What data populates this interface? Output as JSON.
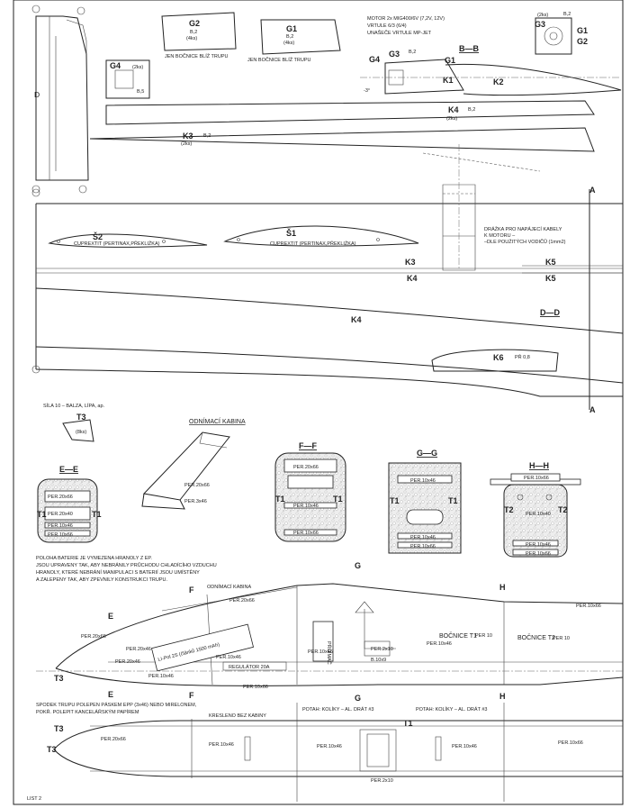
{
  "header_parts": {
    "g2": {
      "name": "G2",
      "material": "B,2",
      "qty": "(4ks)",
      "note": "JEN BOČNICE BLÍŽ TRUPU"
    },
    "g1": {
      "name": "G1",
      "material": "B,2",
      "qty": "(4ks)",
      "note": "JEN BOČNICE BLÍŽ TRUPU"
    },
    "g4": {
      "name": "G4",
      "qty": "(2ks)",
      "material": "B,5"
    },
    "g3": {
      "name": "G3",
      "qty": "(2ks)",
      "material": "B,2"
    },
    "g3_sec": {
      "g1": "G1",
      "g2": "G2"
    },
    "motor_note": [
      "MOTOR 2x MIG400/6V (7,2V, 12V)",
      "VRTULE 6/3 (6/4)",
      "UNAŠEČE VRTULE MP-JET"
    ],
    "section_bb": "B—B",
    "bb_labels": {
      "g4": "G4",
      "g3": "G3",
      "g1": "G1",
      "b2": "B,2",
      "k1": "K1",
      "k2": "K2",
      "angle": "-3°"
    },
    "k4": {
      "name": "K4",
      "material": "B,2",
      "qty": "(2ks)"
    },
    "k3": {
      "name": "K3",
      "material": "B,2",
      "qty": "(2ks)"
    },
    "d_label": "D"
  },
  "wing": {
    "s2": {
      "name": "Š2",
      "note": "CUPREXTIT (PERTINAX,PŘEKLIŽKA)"
    },
    "s1": {
      "name": "Š1",
      "note": "CUPREXTIT (PERTINAX,PŘEKLIŽKA)"
    },
    "groove_note": [
      "DRÁŽKA PRO NAPÁJECÍ KABELY",
      "K MOTORU –",
      "–DLE POUŽITÝCH VODIČŮ (1mm2)"
    ],
    "labels": {
      "k3": "K3",
      "k4a": "K4",
      "k5a": "K5",
      "k5b": "K5",
      "k4b": "K4",
      "dd": "D—D",
      "k6": "K6",
      "pr": "PŘ 0,8",
      "a1": "A",
      "a2": "A"
    }
  },
  "mid": {
    "sila": "SÍLA 10 – BALZA, LÍPA, ap.",
    "t3": {
      "name": "T3",
      "qty": "(8ks)"
    },
    "kabina_title": "ODNÍMACÍ KABINA",
    "kabina_labels": [
      "PER.20x66",
      "PER.3x46"
    ],
    "ee": {
      "title": "E—E",
      "t1l": "T1",
      "t1r": "T1",
      "labels": [
        "PER.20x66",
        "PER.20x40",
        "PER.10x46",
        "PER.10x66"
      ]
    },
    "ff": {
      "title": "F—F",
      "t1l": "T1",
      "t1r": "T1",
      "labels": [
        "PER.20x66",
        "PER.10x46",
        "PER.10x66"
      ]
    },
    "gg": {
      "title": "G—G",
      "t1l": "T1",
      "t1r": "T1",
      "labels": [
        "PER.10x46",
        "PER.10x46",
        "PER.10x66"
      ]
    },
    "hh": {
      "title": "H—H",
      "t2l": "T2",
      "t2r": "T2",
      "labels": [
        "PER.10x66",
        "PER.10x40",
        "PER.10x46",
        "PER.10x66"
      ]
    }
  },
  "battery_note": [
    "POLOHA BATERIE JE VYMEZENA HRANOLY Z EP.",
    "JSOU UPRAVENY TAK, ABY NEBRÁNILY PRŮCHODU CHLADÍCÍHO VZDUCHU",
    "HRANOLY, KTERÉ NEBRÁNÍ MANIPULACI S BATERIÍ JSOU UMÍSTĚNY",
    "A ZALEPENY TAK, ABY ZPEVNILY KONSTRUKCI TRUPU."
  ],
  "side": {
    "section_letters": {
      "e_top": "E",
      "e_bot": "E",
      "f_top": "F",
      "f_bot": "F",
      "g_top": "G",
      "g_bot": "G",
      "h_top": "H",
      "h_bot": "H"
    },
    "kabina": "ODNÍMACÍ KABINA",
    "t3": "T3",
    "labels": [
      "PER.20x66",
      "PER.20x66",
      "PER.20x46",
      "PER.20x46",
      "PER.10x46",
      "PER.10x66",
      "PER.10x46",
      "PER.10x46",
      "PER.2x10",
      "B.10x9",
      "PER.10x46",
      "PER.10x66"
    ],
    "battery": "LI-Pol 2S (článků 1500 mAh)",
    "servo": "PŘIJÍMAČ",
    "regulator": "REGULÁTOR 20A",
    "bocnice_t1": "BOČNICE T1",
    "per10": "PER 10",
    "bocnice_t2": "BOČNICE T2",
    "per10b": "PER 10"
  },
  "bottom_note": [
    "SPODEK TRUPU POLEPEN PÁSKEM EPP (3x46) NEBO MIRELONEM,",
    "POKŘ. POLEPIT KANCELÁŘSKÝM PAPÍREM"
  ],
  "plan": {
    "kresleno": "KRESLENO BEZ KABINY",
    "potah1": "POTAH: KOLÍKY – AL. DRÁT #3",
    "potah2": "POTAH: KOLÍKY – AL. DRÁT #3",
    "t3a": "T3",
    "t3b": "T3",
    "t1": "T1",
    "labels": [
      "PER.20x66",
      "PER.10x46",
      "PER.10x46",
      "PER.10x46",
      "PER.10x66",
      "PER.2x10"
    ]
  },
  "sheet_label": "LIST 2"
}
